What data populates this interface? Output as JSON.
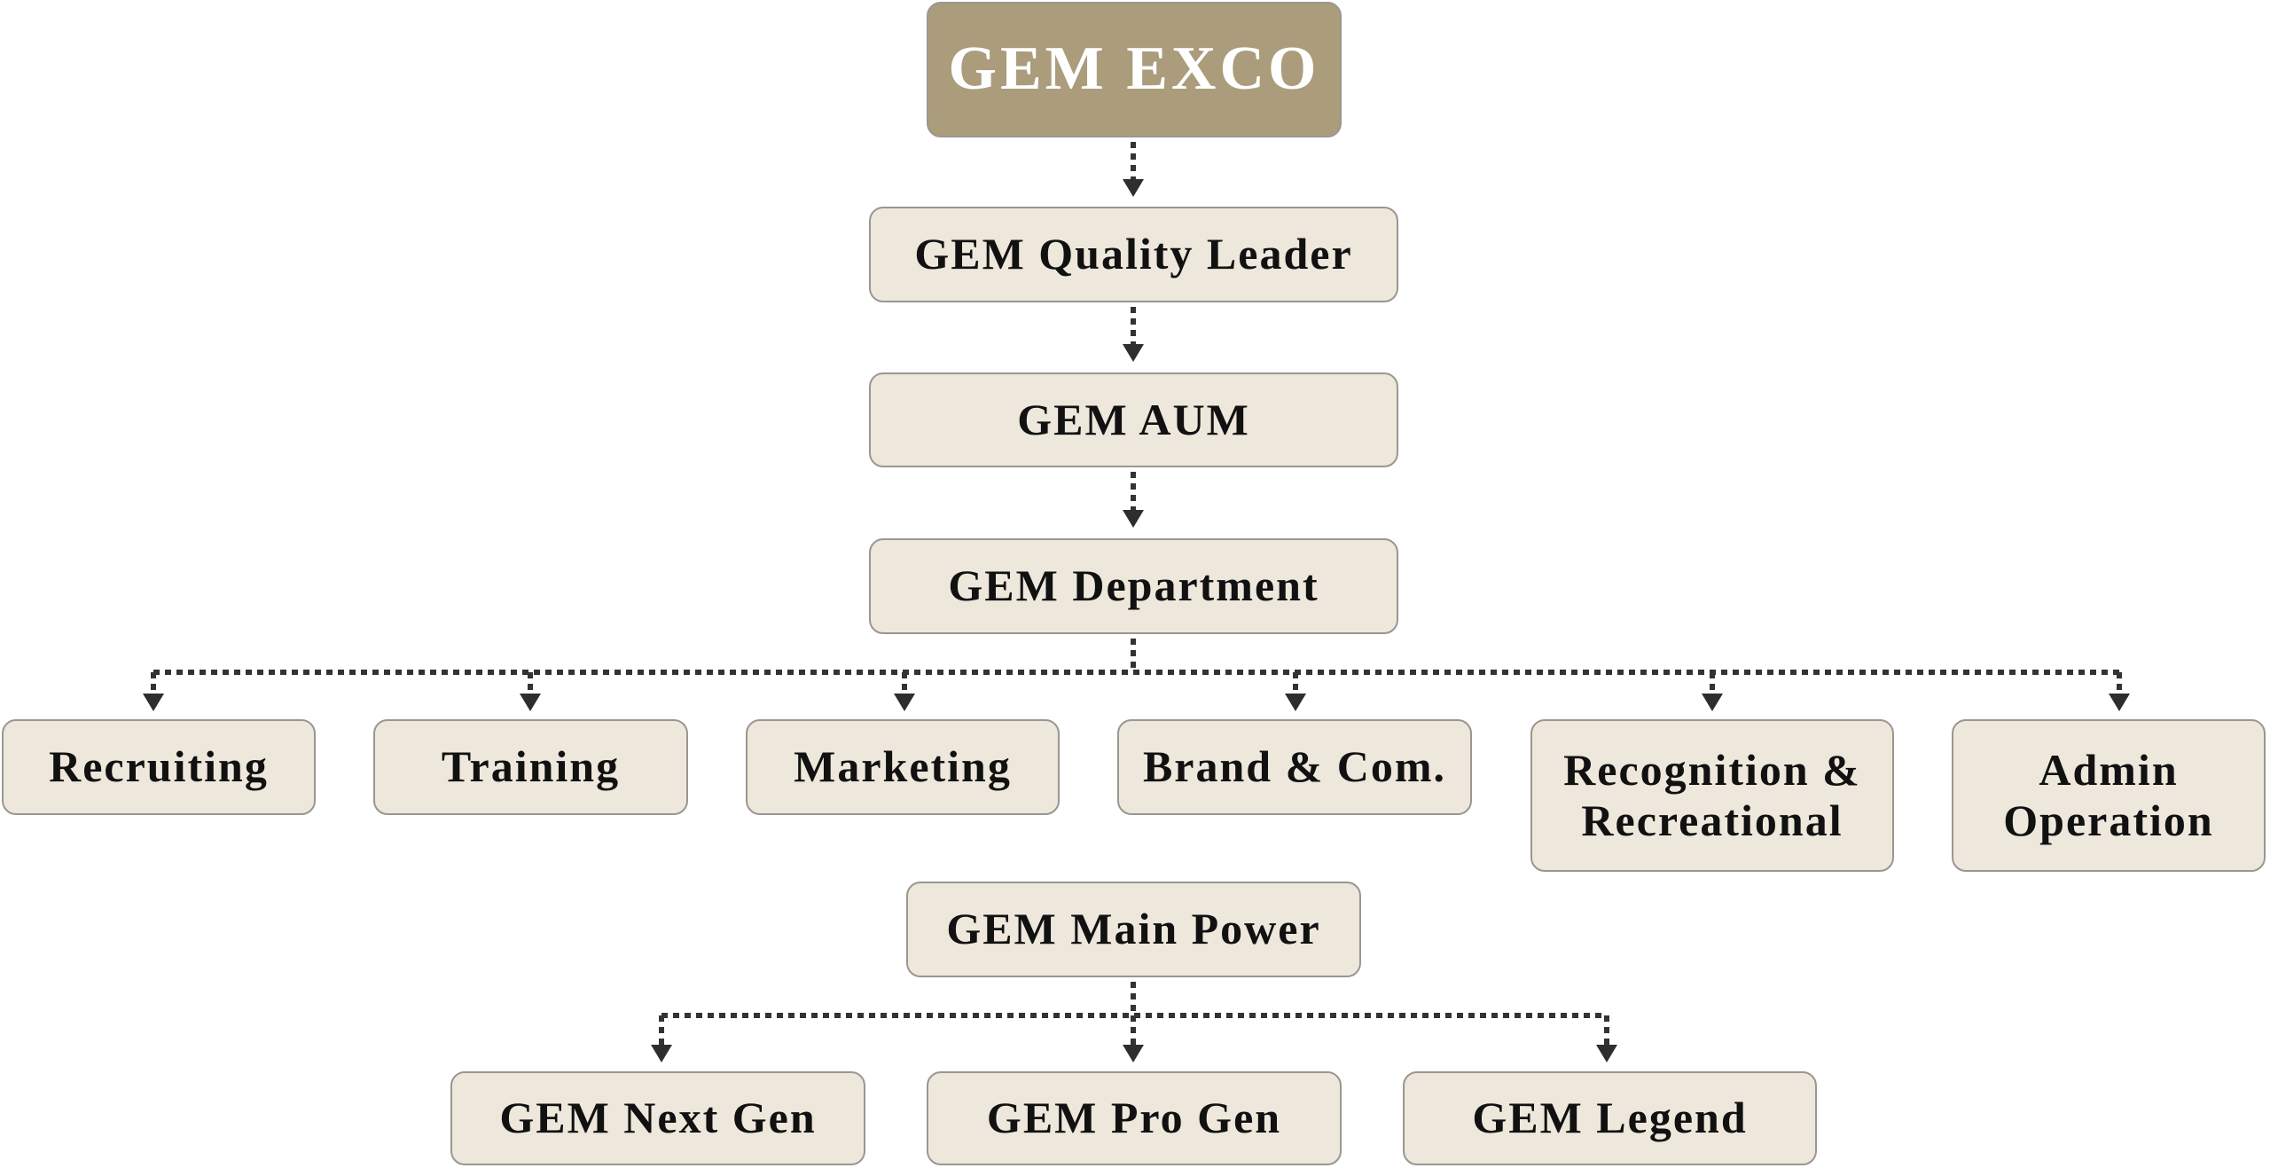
{
  "chart": {
    "top": "GEM EXCO",
    "level1": "GEM Quality Leader",
    "level2": "GEM AUM",
    "level3": "GEM Department",
    "departments": [
      "Recruiting",
      "Training",
      "Marketing",
      "Brand & Com.",
      "Recognition & Recreational",
      "Admin Operation"
    ],
    "manpower": "GEM Main Power",
    "generations": [
      "GEM Next Gen",
      "GEM Pro Gen",
      "GEM Legend"
    ]
  },
  "colors": {
    "top_fill": "#ab9c7c",
    "box_fill": "#ede7dc",
    "border": "#9a9690",
    "connector": "#333333"
  }
}
